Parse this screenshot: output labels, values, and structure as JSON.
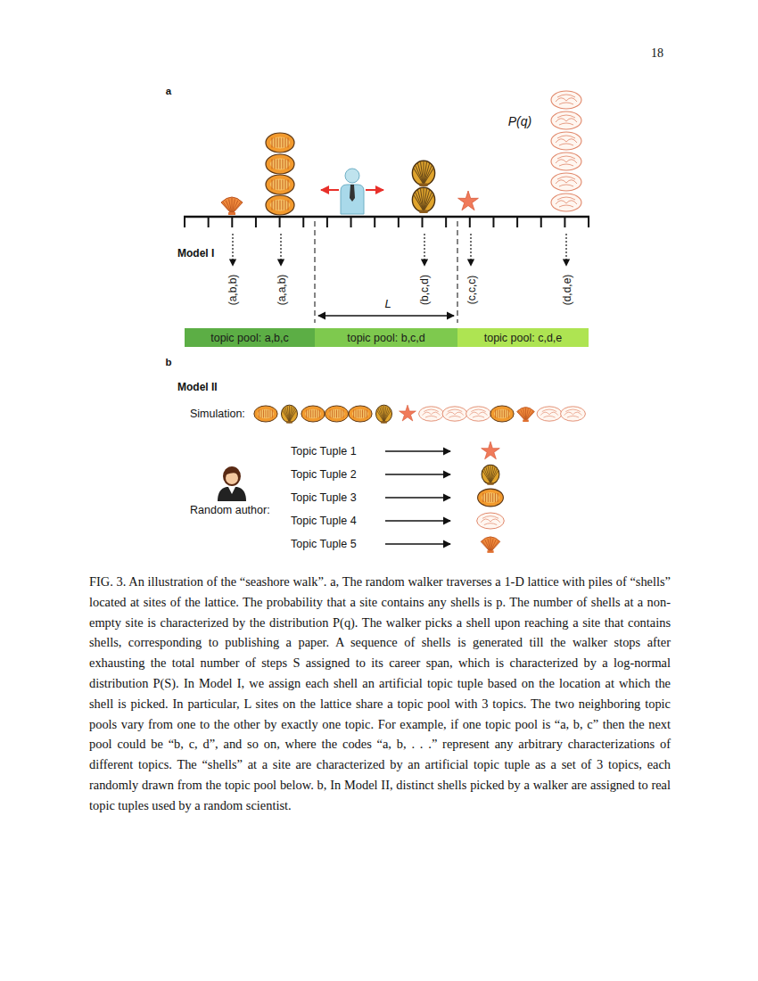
{
  "diagram": {
    "caption": "FIG. 3. An illustration of the “seashore walk”. a, The random walker traverses a 1-D lattice with piles of “shells” located at sites of the lattice. The probability that a site contains any shells is p. The number of shells at a non-empty site is characterized by the distribution P(q). The walker picks a shell upon reaching a site that contains shells, corresponding to publishing a paper. A sequence of shells is generated till the walker stops after exhausting the total number of steps S assigned to its career span, which is characterized by a log-normal distribution P(S). In Model I, we assign each shell an artificial topic tuple based on the location at which the shell is picked. In particular, L sites on the lattice share a topic pool with 3 topics. The two neighboring topic pools vary from one to the other by exactly one topic. For example, if one topic pool is “a, b, c” then the next pool could be “b, c, d”, and so on, where the codes “a, b, . . .” represent any arbitrary characterizations of different topics. The “shells” at a site are characterized by an artificial topic tuple as a set of 3 topics, each randomly drawn from the topic pool below. b, In Model II, distinct shells picked by a walker are assigned to real topic tuples used by a random scientist.",
    "nodes": [
      {
        "text": [
          "topic pool: a,b,c"
        ]
      },
      {
        "text": [
          "topic pool: b,c,d"
        ]
      },
      {
        "text": [
          "topic pool: c,d,e"
        ]
      }
    ],
    "labels": [
      "18",
      "a",
      "P(q)",
      "Model I",
      "(a,b,b)",
      "(a,a,b)",
      "(b,c,d)",
      "(c,c,c)",
      "(d,d,e)",
      "L",
      "b",
      "Model II",
      "Simulation:",
      "Random author:",
      "Topic Tuple 1",
      "Topic Tuple 2",
      "Topic Tuple 3",
      "Topic Tuple 4",
      "Topic Tuple 5"
    ]
  }
}
